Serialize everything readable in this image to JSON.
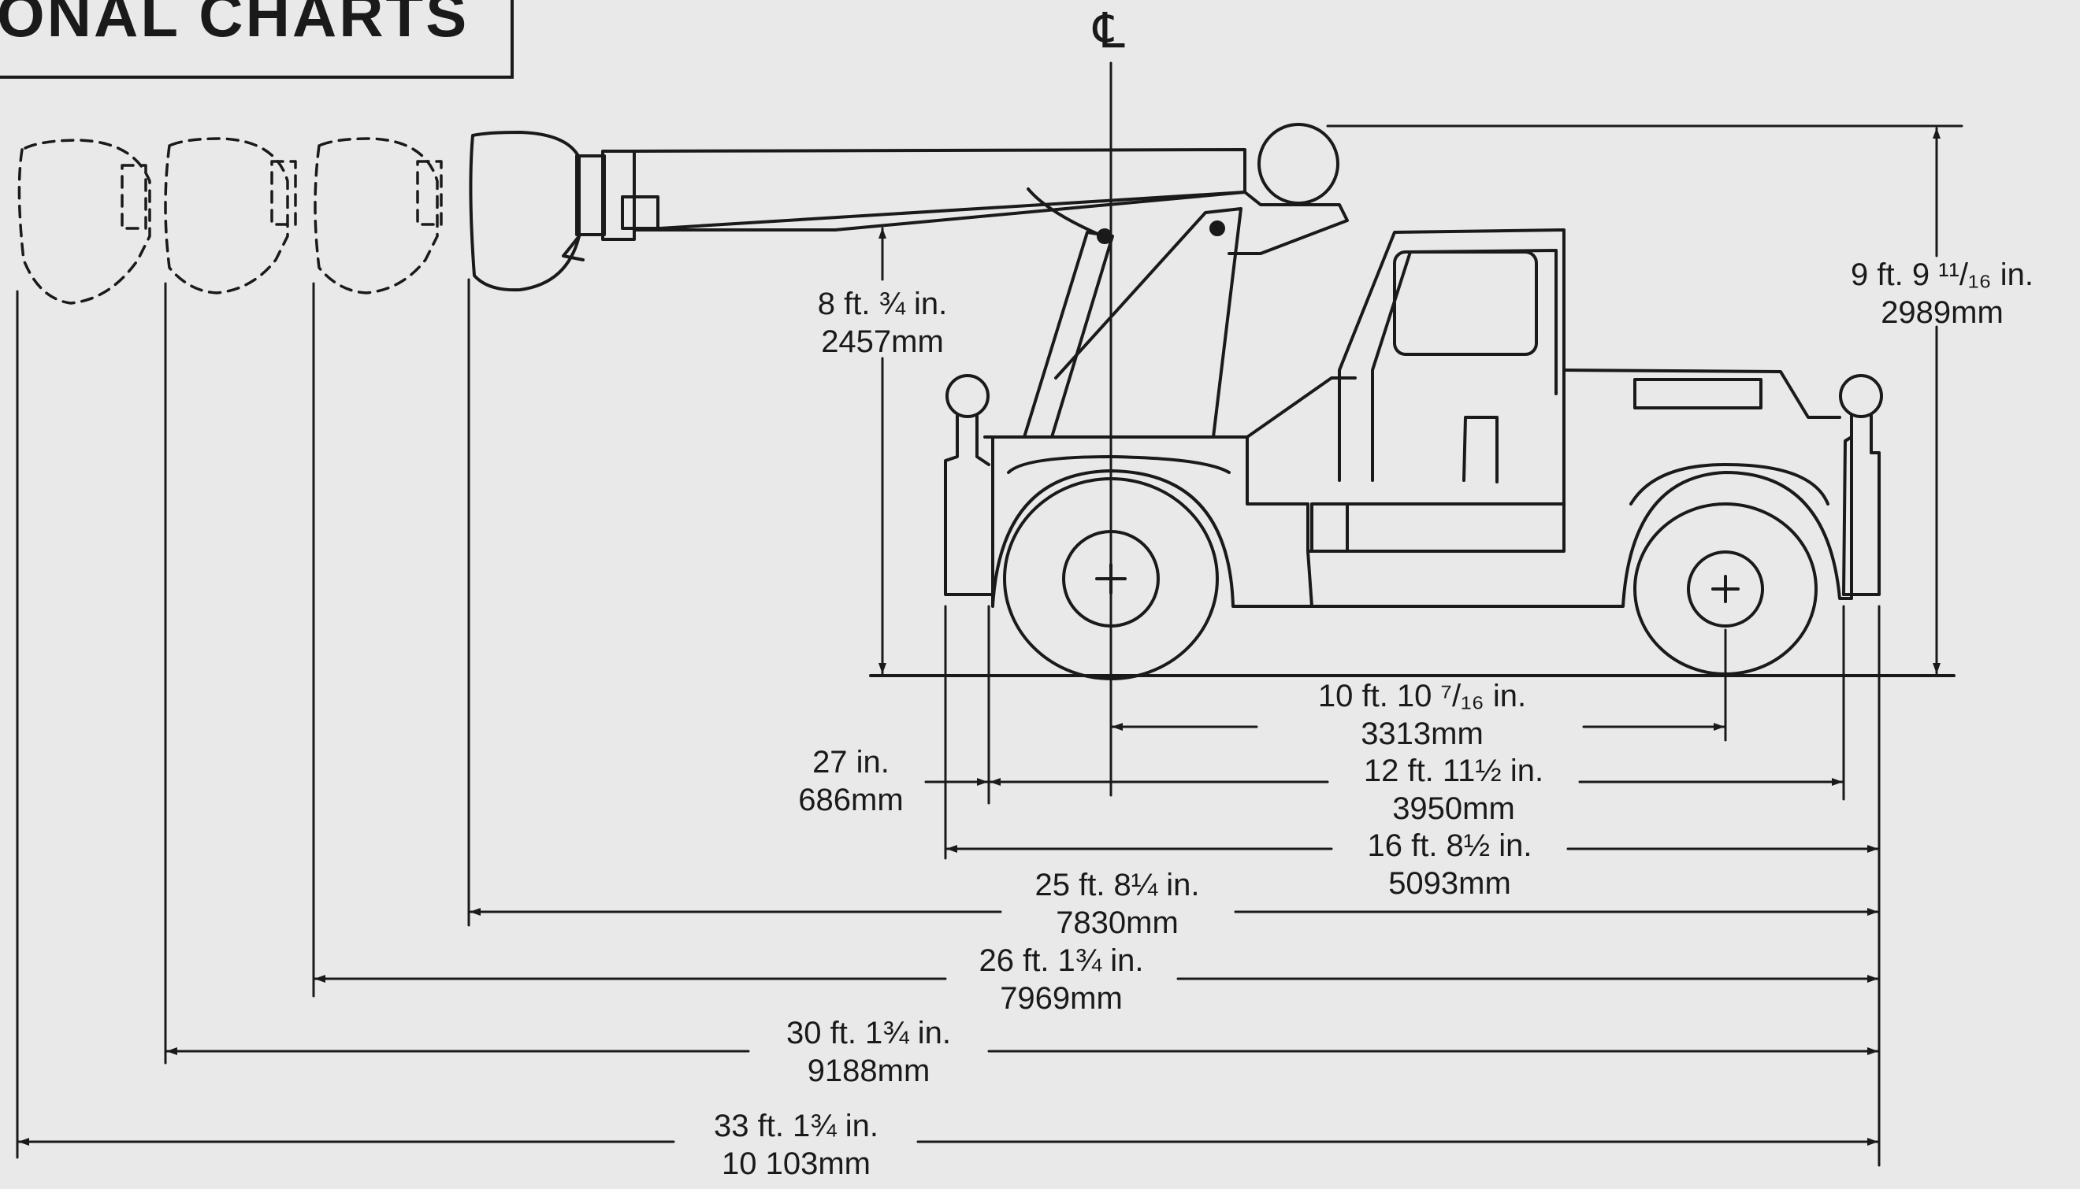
{
  "header": {
    "title": "ONAL CHARTS"
  },
  "centerline": {
    "symbol": "℄"
  },
  "dimensions": {
    "boom_height": {
      "imperial": "8 ft. ¾ in.",
      "metric": "2457mm"
    },
    "overall_height": {
      "imperial": "9 ft. 9 ¹¹/₁₆ in.",
      "metric": "2989mm"
    },
    "wheelbase": {
      "imperial": "10 ft. 10 ⁷/₁₆ in.",
      "metric": "3313mm"
    },
    "front_overhang": {
      "imperial": "27 in.",
      "metric": "686mm"
    },
    "track_length": {
      "imperial": "12 ft. 11½ in.",
      "metric": "3950mm"
    },
    "body_length": {
      "imperial": "16 ft. 8½ in.",
      "metric": "5093mm"
    },
    "boom_retracted_length": {
      "imperial": "25 ft. 8¼ in.",
      "metric": "7830mm"
    },
    "boom_ext1_length": {
      "imperial": "26 ft. 1¾ in.",
      "metric": "7969mm"
    },
    "boom_ext2_length": {
      "imperial": "30 ft. 1¾ in.",
      "metric": "9188mm"
    },
    "boom_ext3_length": {
      "imperial": "33 ft. 1¾ in.",
      "metric": "10 103mm"
    }
  }
}
